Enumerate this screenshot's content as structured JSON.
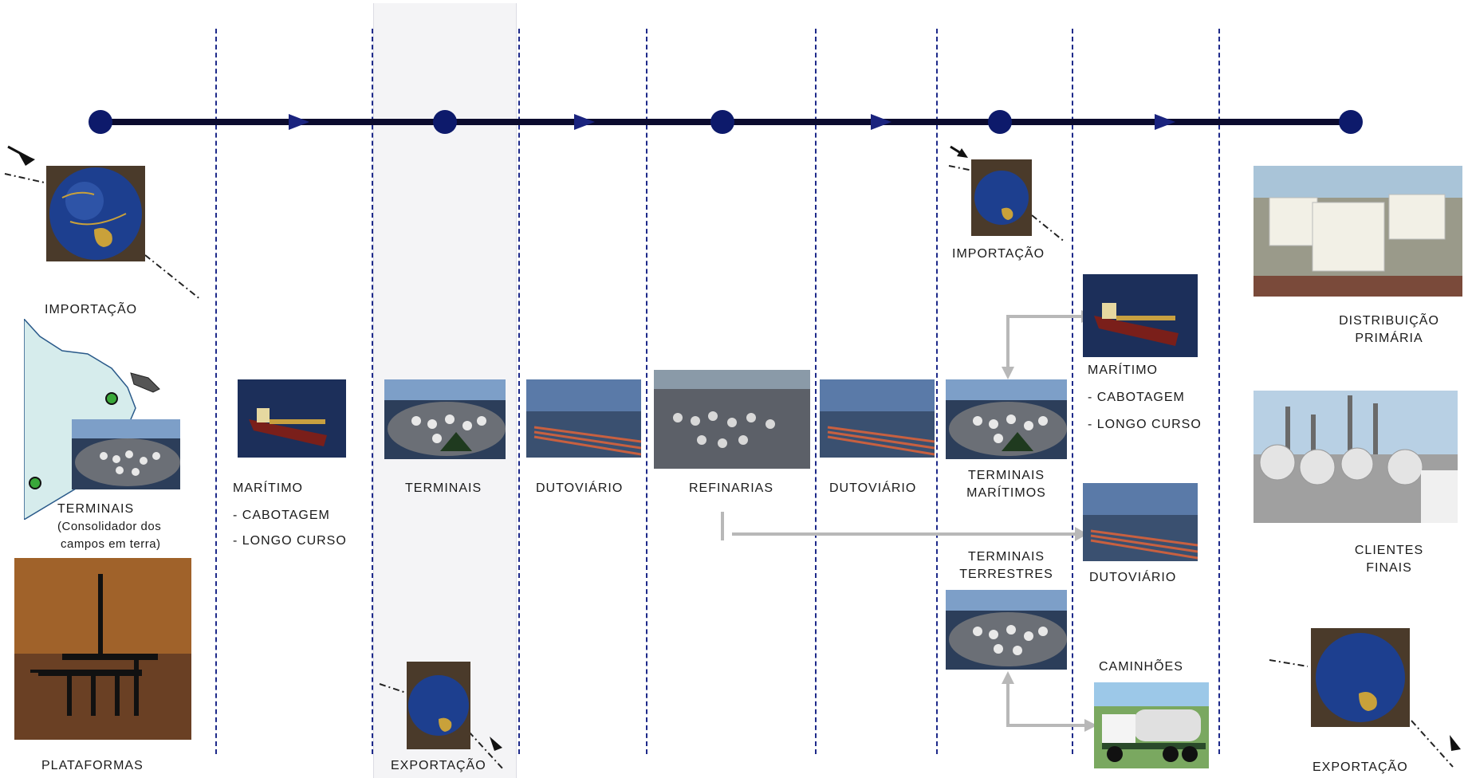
{
  "stages": {
    "importacao_left": "IMPORTAÇÃO",
    "terminais_left": "TERMINAIS",
    "terminais_left_sub1": "(Consolidador dos",
    "terminais_left_sub2": "campos em terra)",
    "plataformas": "PLATAFORMAS",
    "maritimo1": "MARÍTIMO",
    "cabotagem1": "- CABOTAGEM",
    "longo_curso1": "- LONGO CURSO",
    "terminais_mid": "TERMINAIS",
    "exportacao_mid": "EXPORTAÇÃO",
    "dutoviario1": "DUTOVIÁRIO",
    "refinarias": "REFINARIAS",
    "dutoviario2": "DUTOVIÁRIO",
    "importacao_right": "IMPORTAÇÃO",
    "terminais_maritimos_1": "TERMINAIS",
    "terminais_maritimos_2": "MARÍTIMOS",
    "terminais_terrestres_1": "TERMINAIS",
    "terminais_terrestres_2": "TERRESTRES",
    "maritimo2": "MARÍTIMO",
    "cabotagem2": "- CABOTAGEM",
    "longo_curso2": "- LONGO CURSO",
    "dutoviario3": "DUTOVIÁRIO",
    "caminhoes": "CAMINHÕES",
    "distribuicao_1": "DISTRIBUIÇÃO",
    "distribuicao_2": "PRIMÁRIA",
    "clientes_1": "CLIENTES",
    "clientes_2": "FINAIS",
    "exportacao_right": "EXPORTAÇÃO"
  },
  "colors": {
    "timeline": "#0b0b2e",
    "node": "#0d1a6b",
    "dash": "#1e2a8a",
    "connector": "#b8b8b8"
  },
  "icons": [
    "globe-icon",
    "ship-icon",
    "terminal-tanks-icon",
    "pipeline-icon",
    "refinery-icon",
    "truck-icon",
    "platform-icon",
    "map-icon",
    "storage-tanks-icon",
    "industrial-plant-icon"
  ]
}
